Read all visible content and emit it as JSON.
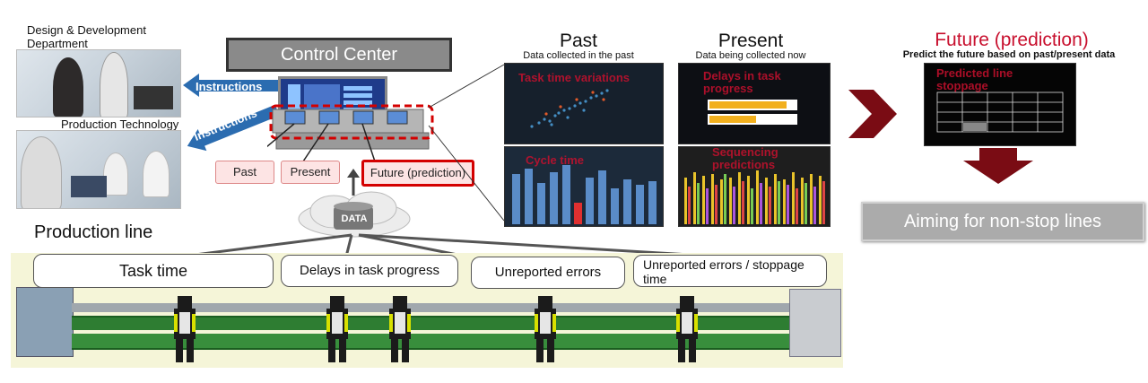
{
  "departments": {
    "design": "Design & Development Department",
    "production_tech": "Production Technology Department"
  },
  "control_center": {
    "title": "Control Center"
  },
  "instructions": [
    "Instructions",
    "Instructions"
  ],
  "tags": {
    "past": "Past",
    "present": "Present",
    "future": "Future (prediction)"
  },
  "data_cloud": "DATA",
  "production_line": {
    "title": "Production line",
    "bubbles": [
      "Task time",
      "Delays in task progress",
      "Unreported errors",
      "Unreported errors / stoppage time"
    ]
  },
  "past": {
    "title": "Past",
    "subtitle": "Data collected in the past",
    "charts": [
      "Task time variations",
      "Cycle time"
    ]
  },
  "present": {
    "title": "Present",
    "subtitle": "Data being collected now",
    "charts": [
      "Delays in task progress",
      "Sequencing predictions"
    ]
  },
  "future": {
    "title": "Future (prediction)",
    "subtitle": "Predict the future based on past/present data",
    "chart": "Predicted line stoppage"
  },
  "aim": "Aiming for non-stop lines",
  "colors": {
    "accent_red": "#c8102e",
    "dark_red": "#7a0c14",
    "arrow_blue": "#2b6cb0",
    "line_bg": "#f5f5d8"
  }
}
